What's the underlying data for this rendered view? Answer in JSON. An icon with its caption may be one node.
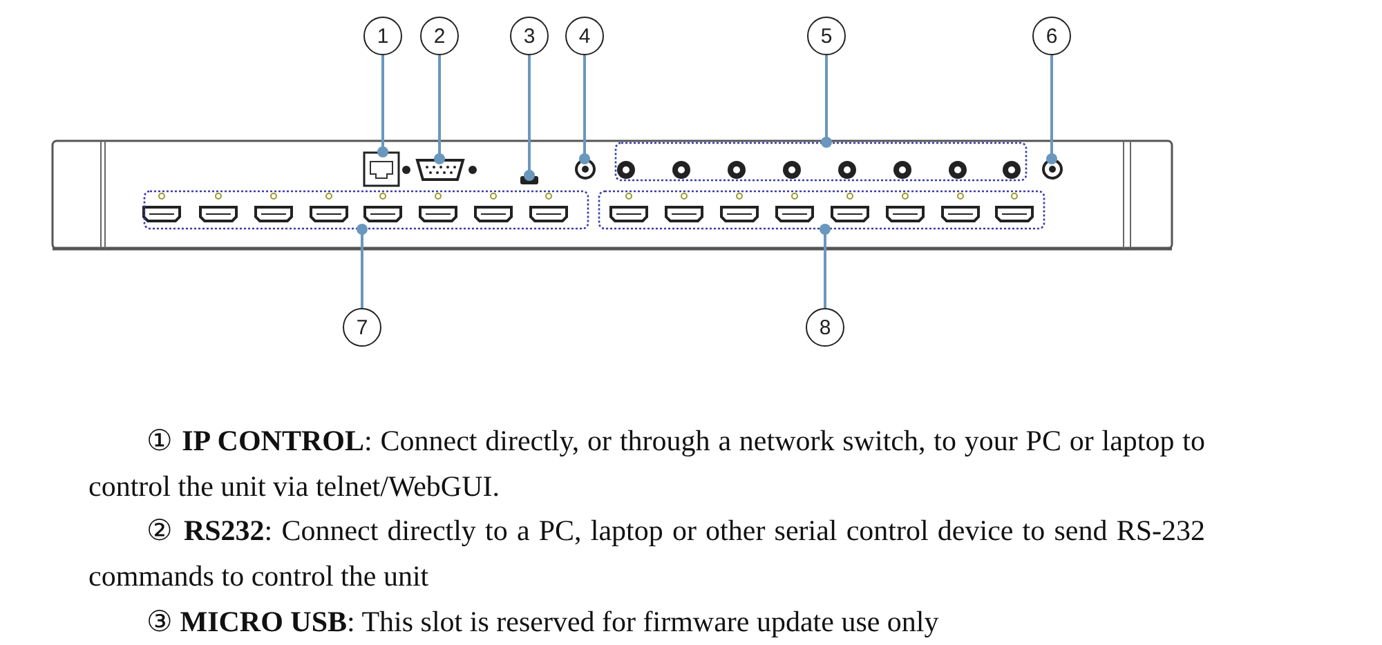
{
  "diagram": {
    "nodes": [
      {
        "text": [
          "1"
        ]
      },
      {
        "text": [
          "2"
        ]
      },
      {
        "text": [
          "3"
        ]
      },
      {
        "text": [
          "4"
        ]
      },
      {
        "text": [
          "5"
        ]
      },
      {
        "text": [
          "6"
        ]
      },
      {
        "text": [
          "7"
        ]
      },
      {
        "text": [
          "8"
        ]
      },
      {
        "text": [],
        "shape": "box"
      },
      {
        "text": [],
        "shape": "box"
      },
      {
        "text": [],
        "shape": "box"
      },
      {
        "text": [],
        "shape": "circle"
      },
      {
        "text": [],
        "shape": "box"
      },
      {
        "text": [],
        "shape": "circle"
      },
      {
        "text": [],
        "shape": "box"
      },
      {
        "text": [],
        "shape": "box"
      }
    ],
    "edges": [
      {
        "from": 0,
        "to": 8,
        "arrow": "other"
      },
      {
        "from": 1,
        "to": 9,
        "arrow": "other"
      },
      {
        "from": 2,
        "to": 10,
        "arrow": "other"
      },
      {
        "from": 3,
        "to": 11,
        "arrow": "other"
      },
      {
        "from": 4,
        "to": 12,
        "arrow": "other"
      },
      {
        "from": 5,
        "to": 13,
        "arrow": "other"
      },
      {
        "from": 6,
        "to": 14,
        "arrow": "other"
      },
      {
        "from": 7,
        "to": 15,
        "arrow": "other"
      }
    ],
    "labels": [
      "① **IP CONTROL**: Connect directly, or through a network switch, to your PC or laptop to control the unit via telnet/WebGUI.",
      "② **RS232**: Connect directly to a PC, laptop or other serial control device to send RS-232 commands to control the unit",
      "③ **MICRO USB**: This slot is reserved for firmware update use only"
    ]
  }
}
